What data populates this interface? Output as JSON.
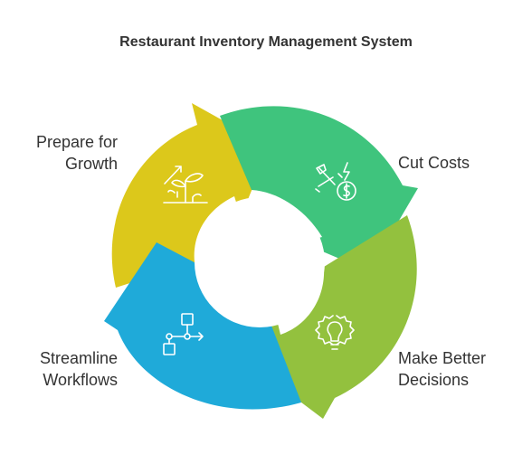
{
  "title": "Restaurant Inventory Management System",
  "steps": [
    {
      "lines": [
        "Cut Costs"
      ],
      "icon": "cost-cut-icon",
      "color": "#3fc47d"
    },
    {
      "lines": [
        "Make Better",
        "Decisions"
      ],
      "icon": "lightbulb-gear-icon",
      "color": "#93c13e"
    },
    {
      "lines": [
        "Streamline",
        "Workflows"
      ],
      "icon": "workflow-icon",
      "color": "#1faad9"
    },
    {
      "lines": [
        "Prepare for",
        "Growth"
      ],
      "icon": "growth-plant-icon",
      "color": "#dcc81b"
    }
  ]
}
